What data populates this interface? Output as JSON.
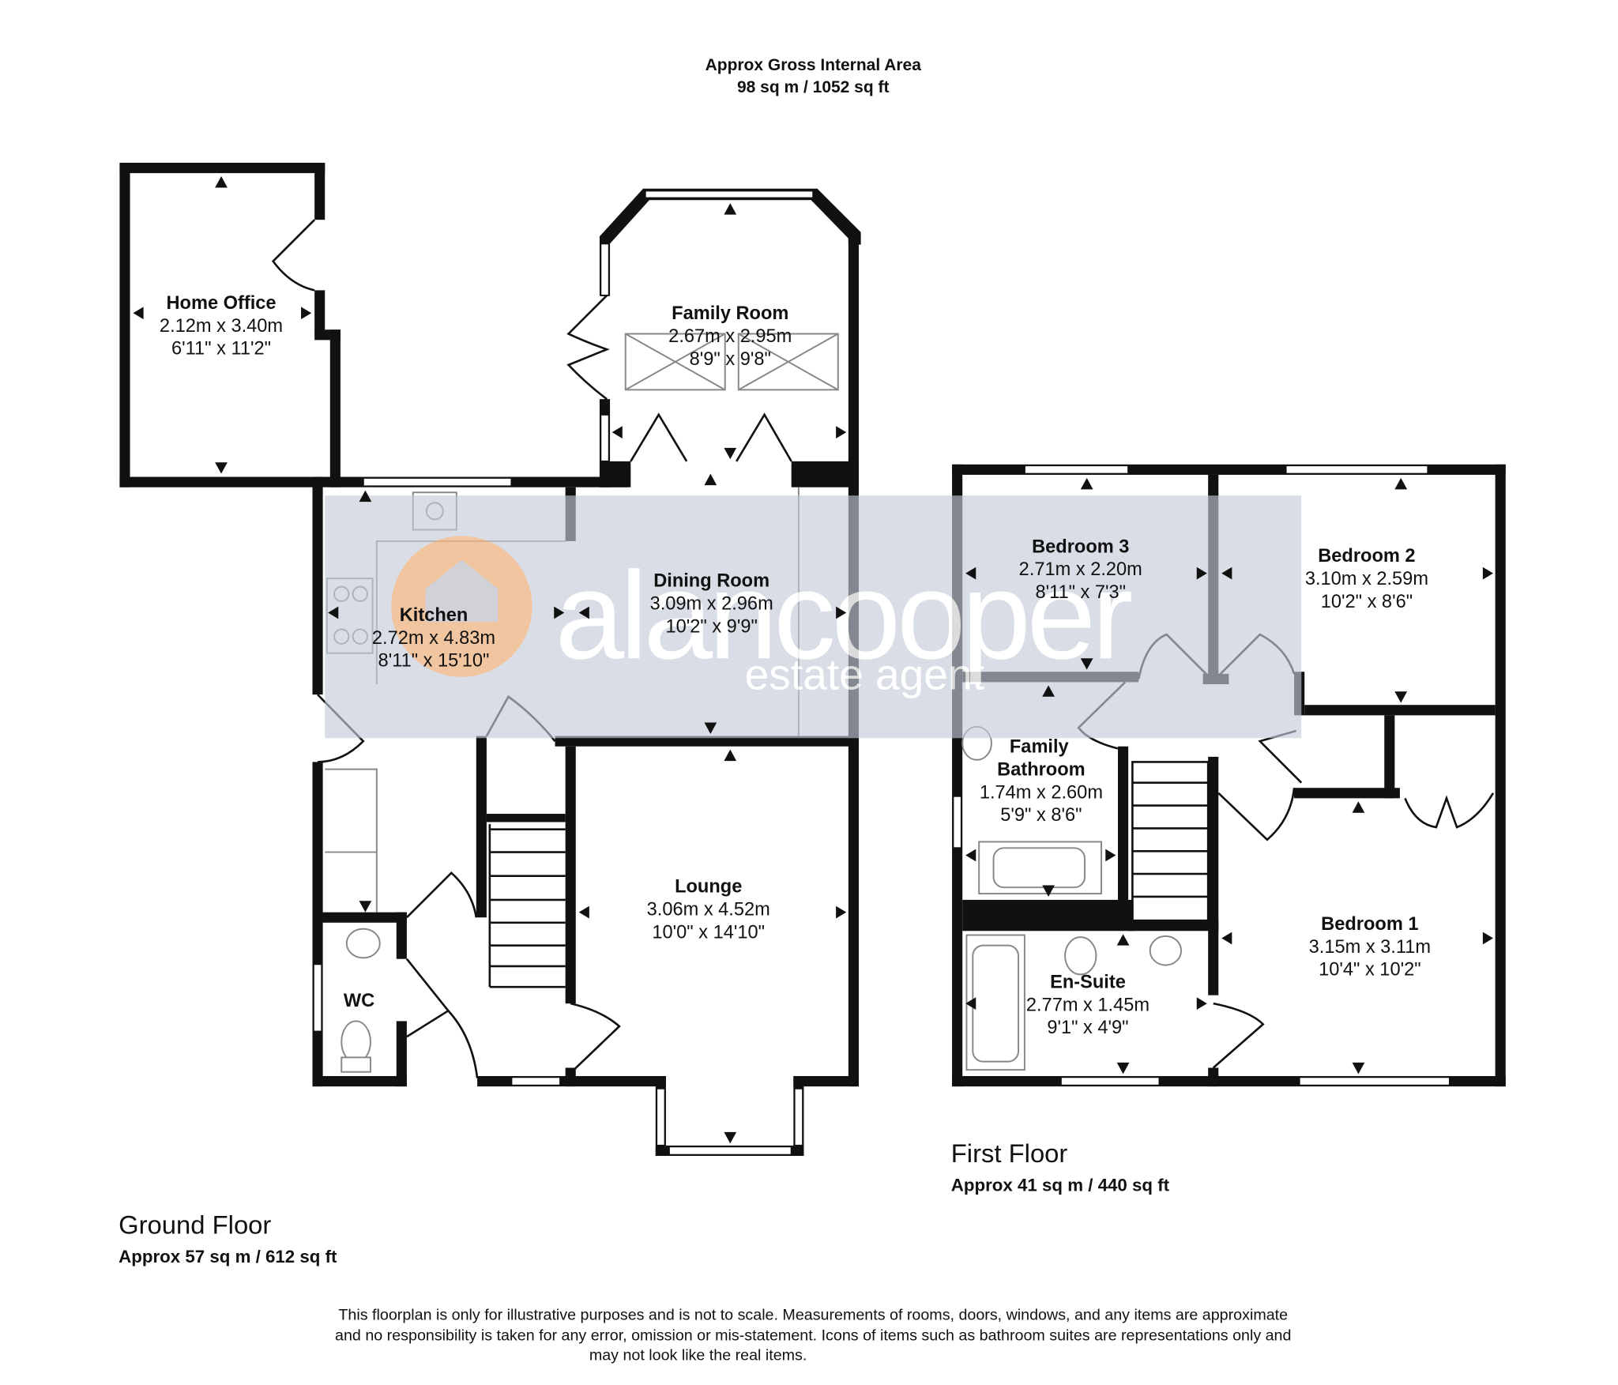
{
  "header": {
    "line1": "Approx Gross Internal Area",
    "line2": "98 sq m / 1052 sq ft"
  },
  "ground_floor": {
    "title": "Ground Floor",
    "area": "Approx 57 sq m / 612 sq ft"
  },
  "first_floor": {
    "title": "First Floor",
    "area": "Approx 41 sq m / 440 sq ft"
  },
  "rooms": {
    "home_office": {
      "name": "Home Office",
      "metric": "2.12m x 3.40m",
      "imperial": "6'11\" x 11'2\""
    },
    "family_room": {
      "name": "Family Room",
      "metric": "2.67m x 2.95m",
      "imperial": "8'9\" x 9'8\""
    },
    "kitchen": {
      "name": "Kitchen",
      "metric": "2.72m x 4.83m",
      "imperial": "8'11\" x 15'10\""
    },
    "dining_room": {
      "name": "Dining Room",
      "metric": "3.09m x 2.96m",
      "imperial": "10'2\" x 9'9\""
    },
    "lounge": {
      "name": "Lounge",
      "metric": "3.06m x 4.52m",
      "imperial": "10'0\" x 14'10\""
    },
    "wc": {
      "name": "WC"
    },
    "bedroom3": {
      "name": "Bedroom 3",
      "metric": "2.71m x 2.20m",
      "imperial": "8'11\" x 7'3\""
    },
    "bedroom2": {
      "name": "Bedroom 2",
      "metric": "3.10m x 2.59m",
      "imperial": "10'2\" x 8'6\""
    },
    "family_bathroom": {
      "name1": "Family",
      "name2": "Bathroom",
      "metric": "1.74m x 2.60m",
      "imperial": "5'9\" x 8'6\""
    },
    "en_suite": {
      "name": "En-Suite",
      "metric": "2.77m x 1.45m",
      "imperial": "9'1\" x 4'9\""
    },
    "bedroom1": {
      "name": "Bedroom 1",
      "metric": "3.15m x 3.11m",
      "imperial": "10'4\" x 10'2\""
    }
  },
  "watermark": {
    "brand": "alancooper",
    "tagline": "estate agent",
    "brand_color": "#f5b27a",
    "band_color": "#c4ccd8"
  },
  "disclaimer": {
    "line1": "This floorplan is only for illustrative purposes and is not to scale. Measurements of rooms, doors, windows, and any items are approximate",
    "line2": "and no responsibility is taken for any error, omission or mis-statement. Icons of items such as bathroom suites are representations only and",
    "line3": "may not look like the real items."
  }
}
